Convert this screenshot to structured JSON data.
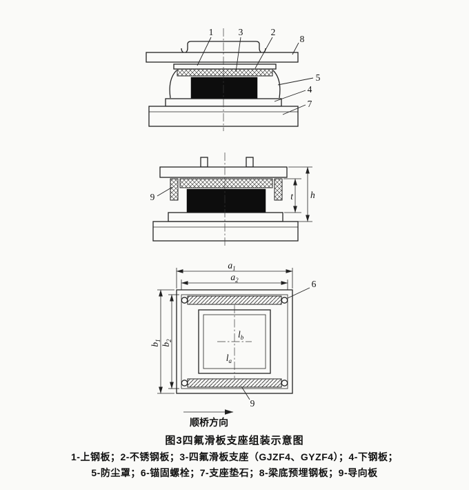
{
  "caption": {
    "title": "图3四氟滑板支座组装示意图",
    "legend_line1": "1-上钢板；2-不锈钢板；3-四氟滑板支座（GJZF4、GYZF4）；4-下钢板；",
    "legend_line2": "5-防尘罩；6-锚固螺栓；7-支座垫石；8-梁底预埋钢板；9-导向板"
  },
  "callouts": {
    "c1": "1",
    "c2": "2",
    "c3": "3",
    "c4": "4",
    "c5": "5",
    "c6": "6",
    "c7": "7",
    "c8": "8",
    "c9": "9"
  },
  "dims": {
    "t": "t",
    "h": "h",
    "a1": {
      "base": "a",
      "sub": "1"
    },
    "a2": {
      "base": "a",
      "sub": "2"
    },
    "b1": {
      "base": "b",
      "sub": "1"
    },
    "b2": {
      "base": "b",
      "sub": "2"
    },
    "la": {
      "base": "l",
      "sub": "a"
    },
    "lb": {
      "base": "l",
      "sub": "b"
    }
  },
  "plan": {
    "direction_label": "顺桥方向"
  }
}
